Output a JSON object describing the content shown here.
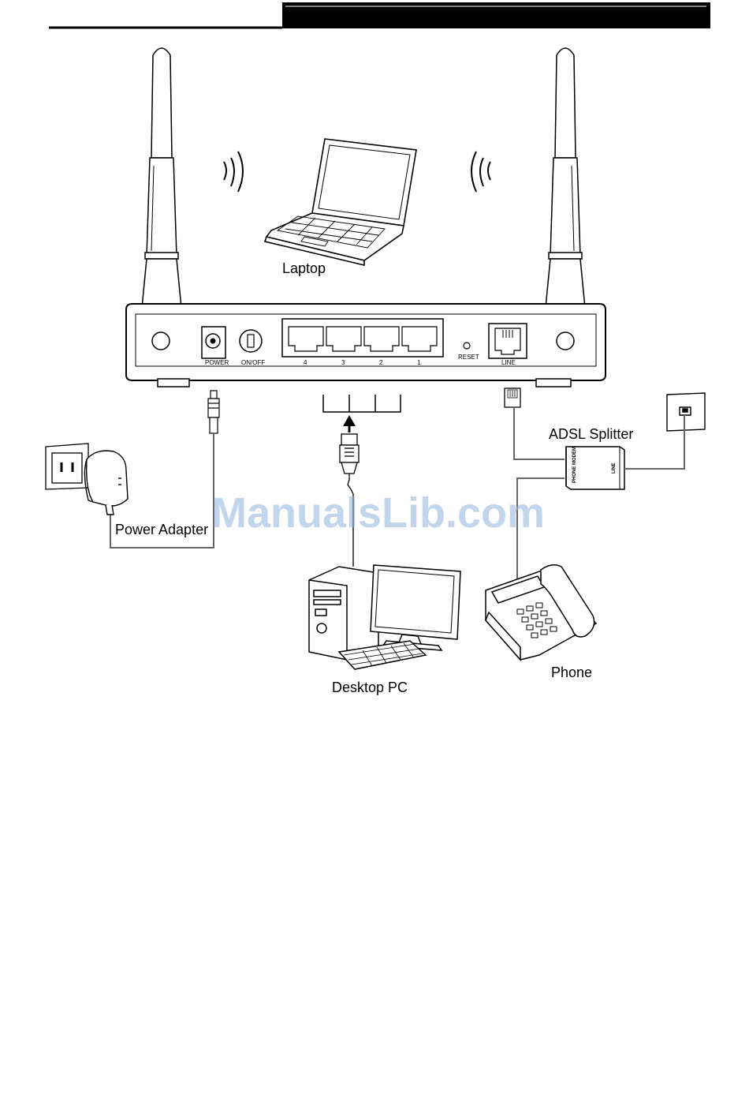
{
  "labels": {
    "laptop": "Laptop",
    "power_adapter": "Power Adapter",
    "adsl_splitter": "ADSL Splitter",
    "desktop_pc": "Desktop PC",
    "phone": "Phone"
  },
  "router_ports": {
    "power": "POWER",
    "on_off": "ON/OFF",
    "lan4": "4",
    "lan3": "3",
    "lan2": "2",
    "lan1": "1",
    "reset": "RESET",
    "line": "LINE"
  },
  "splitter_ports": {
    "phone_modem": "PHONE MODEM",
    "line": "LINE"
  },
  "watermark": "ManualsLib.com"
}
